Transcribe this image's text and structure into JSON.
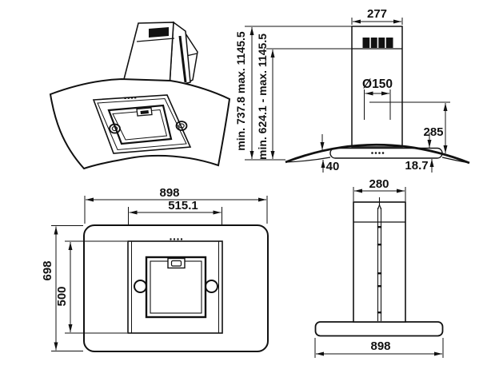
{
  "drawing": {
    "background": "#ffffff",
    "line_color": "#111111"
  },
  "front_view": {
    "chimney_width": "277",
    "duct_diameter": "Ø150",
    "duct_height": "285",
    "glass_offset": "40",
    "glass_edge": "18.7",
    "overall_height_range": "min. 737.8 max. 1145.5",
    "lower_height_range": "min. 624.1 - max. 1145.5"
  },
  "plan_view": {
    "overall_width": "898",
    "inner_width": "515.1",
    "overall_depth": "698",
    "inner_depth": "500"
  },
  "side_view": {
    "chimney_depth": "280",
    "overall_width": "898"
  }
}
